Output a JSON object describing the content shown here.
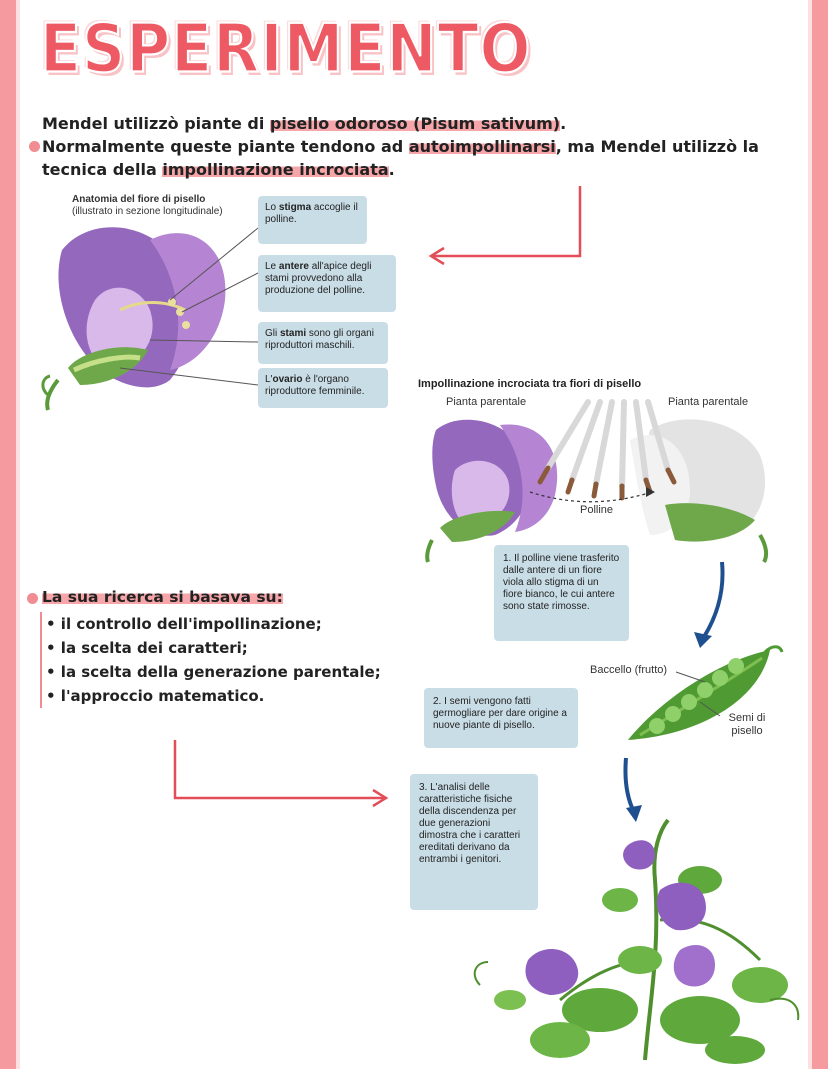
{
  "title": "ESPERIMENTO",
  "intro": {
    "line1_pre": "Mendel utilizzò piante di ",
    "line1_hl": "pisello odoroso (Pisum sativum)",
    "line1_post": ".",
    "line2_pre": "Normalmente queste piante tendono ad ",
    "line2_hl": "autoimpollinarsi",
    "line2_post": ", ma Mendel utilizzò la",
    "line3_pre": "tecnica della ",
    "line3_hl": "impollinazione incrociata",
    "line3_post": "."
  },
  "anatomy": {
    "caption_title": "Anatomia del fiore di pisello",
    "caption_sub": "(illustrato in sezione longitudinale)",
    "callouts": [
      {
        "pre": "Lo ",
        "bold": "stigma",
        "post": " accoglie il polline."
      },
      {
        "pre": "Le ",
        "bold": "antere",
        "post": " all'apice degli stami provvedono alla produzione del polline."
      },
      {
        "pre": "Gli ",
        "bold": "stami",
        "post": " sono gli organi riproduttori maschili."
      },
      {
        "pre": "L'",
        "bold": "ovario",
        "post": " è l'organo riproduttore femminile."
      }
    ]
  },
  "cross": {
    "title": "Impollinazione incrociata tra fiori di pisello",
    "left_label": "Pianta parentale",
    "right_label": "Pianta parentale",
    "pollen_label": "Polline",
    "step1": "1. Il polline viene trasferito dalle antere di un fiore viola allo stigma di un fiore bianco, le cui antere sono state rimosse.",
    "pod_label": "Baccello (frutto)",
    "seeds_label": "Semi di pisello",
    "step2": "2. I semi vengono fatti germogliare per dare origine a nuove piante di pisello.",
    "step3": "3. L'analisi delle caratteristiche fisiche della discendenza per due generazioni dimostra che i caratteri ereditati derivano da entrambi i genitori."
  },
  "research": {
    "heading": "La sua ricerca si basava su:",
    "items": [
      "• il controllo dell'impollinazione;",
      "• la scelta dei caratteri;",
      "• la scelta della generazione parentale;",
      "• l'approccio matematico."
    ]
  },
  "colors": {
    "accent": "#ee5a64",
    "border": "#f59a9f",
    "highlight": "#f6a5a9",
    "callout_bg": "#c9dde6",
    "petal_purple": "#9b6bc2",
    "leaf_green": "#5a9a3a"
  }
}
